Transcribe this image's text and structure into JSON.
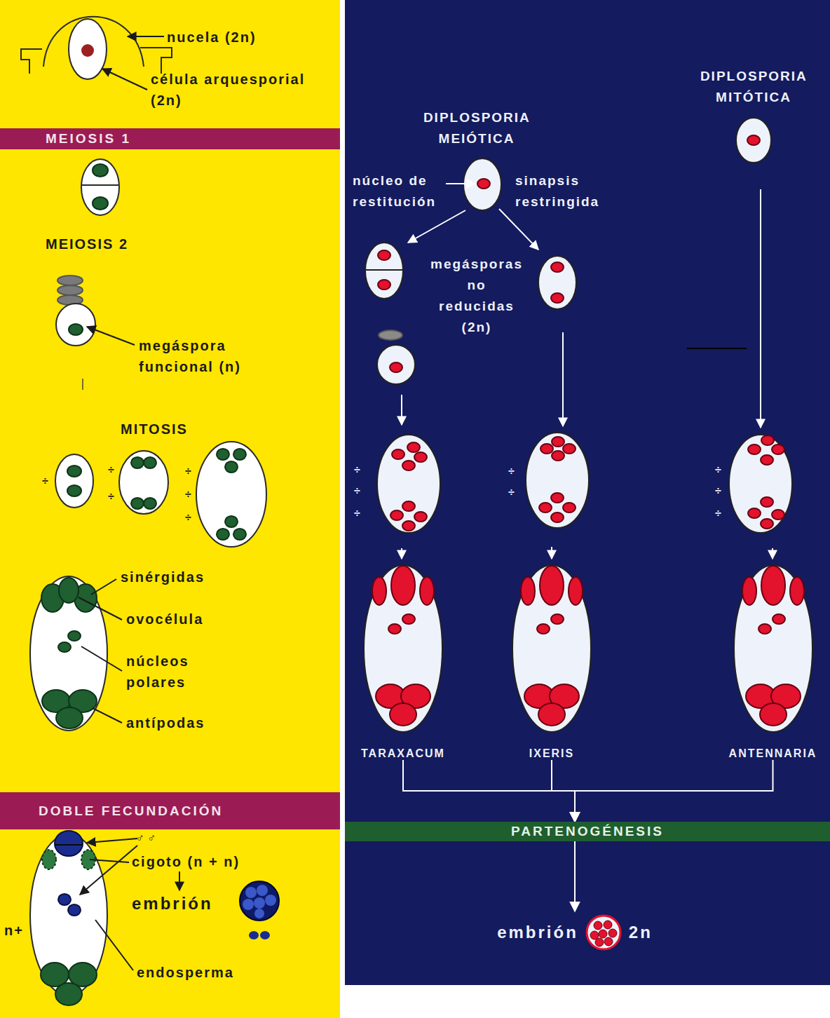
{
  "diagram": {
    "nodes": [
      {
        "text": [
          "MEIOSIS 1"
        ]
      },
      {
        "text": [
          "TARAXACUM"
        ]
      },
      {
        "text": [
          "IXERIS"
        ]
      },
      {
        "text": [
          "ANTENNARIA"
        ]
      },
      {
        "text": [
          "DOBLE FECUNDACIÓN"
        ]
      },
      {
        "text": [
          "PARTENOGÉNESIS"
        ]
      },
      {
        "text": [
          "embrión",
          "2n"
        ]
      }
    ],
    "edges": [
      {
        "from": 1,
        "to": 5,
        "arrow": "to"
      },
      {
        "from": 2,
        "to": 5,
        "arrow": "to"
      },
      {
        "from": 3,
        "to": 5,
        "arrow": "to"
      },
      {
        "from": 5,
        "to": 6,
        "arrow": "to"
      }
    ],
    "labels": [
      "nucela (2n)",
      "célula arquesporial (2n)",
      "DIPLOSPORIA MITÓTICA",
      "DIPLOSPORIA MEIÓTICA",
      "núcleo de restitución",
      "sinapsis restringida",
      "MEIOSIS 2",
      "megásporas no reducidas (2n)",
      "megáspora funcional (n)",
      "MITOSIS",
      "÷",
      "÷",
      "÷",
      "÷",
      "÷",
      "÷",
      "÷",
      "÷",
      "÷",
      "÷",
      "÷",
      "÷",
      "÷",
      "÷",
      "sinérgidas",
      "ovocélula",
      "núcleos polares",
      "antípodas",
      "♂ ♂",
      "cigoto (n + n)",
      "embrión",
      "n+",
      "endosperma"
    ]
  }
}
